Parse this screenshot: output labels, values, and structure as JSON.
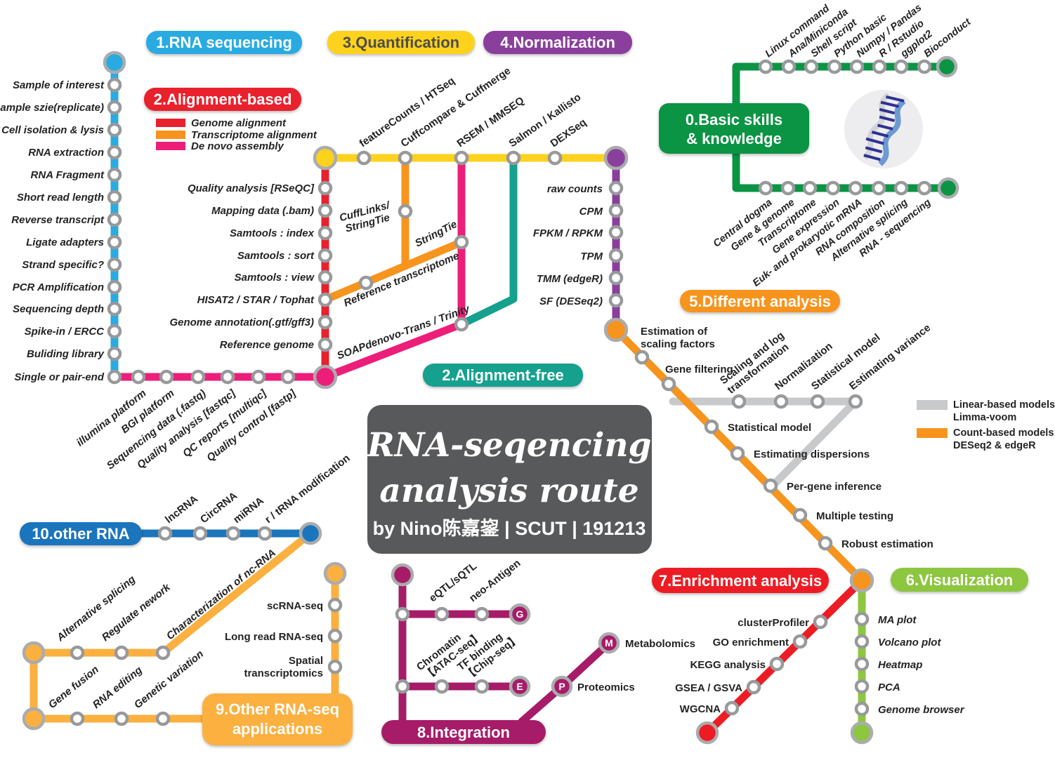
{
  "badges": {
    "b1": "1.RNA sequencing",
    "b2": "2.Alignment-based",
    "b3": "3.Quantification",
    "b4": "4.Normalization",
    "b0a": "0.Basic skills",
    "b0b": "& knowledge",
    "b5": "5.Different analysis",
    "b2f": "2.Alignment-free",
    "b10": "10.other RNA",
    "b9a": "9.Other RNA-seq",
    "b9b": "applications",
    "b8": "8.Integration",
    "b7": "7.Enrichment analysis",
    "b6": "6.Visualization"
  },
  "title_card": {
    "line1": "RNA-seqencing",
    "line2": "analysis route",
    "byline": "by Nino陈嘉鋆 | SCUT | 191213"
  },
  "alignment_legend": [
    {
      "label": "Genome alignment",
      "color": "#e8212d"
    },
    {
      "label": "Transcriptome alignment",
      "color": "#f7941e"
    },
    {
      "label": "De novo assembly",
      "color": "#ed1e79"
    }
  ],
  "models_legend": [
    {
      "title": "Linear-based models:",
      "name": "Limma-voom",
      "color": "#c8c9cb"
    },
    {
      "title": "Count-based models:",
      "name": "DESeq2 & edgeR",
      "color": "#f7941e"
    }
  ],
  "prep": [
    "Sample of interest",
    "Sample szie(replicate)",
    "Cell isolation & lysis",
    "RNA extraction",
    "RNA Fragment",
    "Short read length",
    "Reverse transcript",
    "Ligate adapters",
    "Strand specific?",
    "PCR Amplification",
    "Sequencing depth",
    "Spike-in / ERCC",
    "Buliding library",
    "Single or pair-end"
  ],
  "qc": [
    "illumina platform",
    "BGI platform",
    "Sequencing data (.fastq)",
    "Quality analysis [fastqc]",
    "QC reports [multiqc]",
    "Quality control [fastp]"
  ],
  "genome": [
    "Quality analysis [RSeQC]",
    "Mapping data (.bam)",
    "Samtools : index",
    "Samtools : sort",
    "Samtools : view",
    "HISAT2 / STAR / Tophat",
    "Genome annotation(.gtf/gff3)",
    "Reference genome"
  ],
  "quant": [
    "featureCounts / HTSeq",
    "Cuffcompare & Cuffmerge",
    "RSEM / MMSEQ",
    "Salmon / Kallisto",
    "DEXSeq"
  ],
  "branch": {
    "cufflinks1": "CuffLinks/",
    "cufflinks2": "StringTie",
    "stringtie": "StringTie",
    "ref_transcriptome": "Reference transcriptome",
    "denovo": "SOAPdenovo-Trans / Trinity"
  },
  "norm": [
    "raw counts",
    "CPM",
    "FPKM / RPKM",
    "TPM",
    "TMM (edgeR)",
    "SF (DESeq2)"
  ],
  "basic_top": [
    "Linux command",
    "Ana/Miniconda",
    "Shell script",
    "Python basic",
    "Numpy / Pandas",
    "R / Rstudio",
    "ggplot2",
    "Bioconduct"
  ],
  "basic_bottom": [
    "Central dogma",
    "Gene & genome",
    "Transcriptome",
    "Gene expression",
    "Euk- and prokaryotic mRNA",
    "RNA composition",
    "Alternative splicing",
    "RNA - sequencing"
  ],
  "diff": {
    "est1": "Estimation of",
    "est2": "scaling factors",
    "gene_filtering": "Gene filtering",
    "statistical_model": "Statistical model",
    "dispersions": "Estimating dispersions",
    "per_gene": "Per-gene inference",
    "multiple_testing": "Multiple testing",
    "robust": "Robust estimation"
  },
  "linear": {
    "scaling1": "Scaling and log",
    "scaling2": "transformation",
    "normalization": "Normalization",
    "statistical_model": "Statistical model",
    "variance": "Estimating variance"
  },
  "enrich": [
    "clusterProfiler",
    "GO enrichment",
    "KEGG analysis",
    "GSEA / GSVA",
    "WGCNA"
  ],
  "viz": [
    "MA plot",
    "Volcano plot",
    "Heatmap",
    "PCA",
    "Genome browser"
  ],
  "other_rna": [
    "lncRNA",
    "CircRNA",
    "miRNA",
    "r / tRNA modification"
  ],
  "apps": {
    "alt_splicing": "Alternative splicing",
    "regulate": "Regulate nework",
    "char_ncrna": "Characterization of nc-RNA",
    "scrna": "scRNA-seq",
    "longread": "Long read RNA-seq",
    "spatial1": "Spatial",
    "spatial2": "transcriptomics",
    "gene_fusion": "Gene fusion",
    "rna_editing": "RNA editing",
    "genetic_variation": "Genetic variation"
  },
  "integration": {
    "eqtl": "eQTL/sQTL",
    "neo": "neo-Antigen",
    "g": "G",
    "chromatin1": "Chromatin",
    "chromatin2": "【ATAC-seq】",
    "tf1": "TF binding",
    "tf2": "【Chip-seq】",
    "e": "E",
    "p": "P",
    "proteomics": "Proteomics",
    "m": "M",
    "metabolomics": "Metabolomics"
  },
  "colors": {
    "prep_blue": "#29abe2",
    "denovo_pink": "#ed1e79",
    "genome_red": "#e8212d",
    "transcriptome_orange": "#f7941e",
    "quant_yellow": "#fcd21c",
    "norm_purple": "#8a3f9c",
    "free_teal": "#16a08e",
    "basic_green": "#0b9444",
    "count_orange": "#f7941e",
    "linear_gray": "#c8c9cb",
    "enrich_red": "#ed1c24",
    "viz_green": "#8dc63f",
    "other_blue": "#1b75bc",
    "apps_amber": "#fbb040",
    "integration_magenta": "#a61c68",
    "title_gray": "#58595b"
  },
  "icons": {
    "dna": "dna-helix-icon"
  }
}
